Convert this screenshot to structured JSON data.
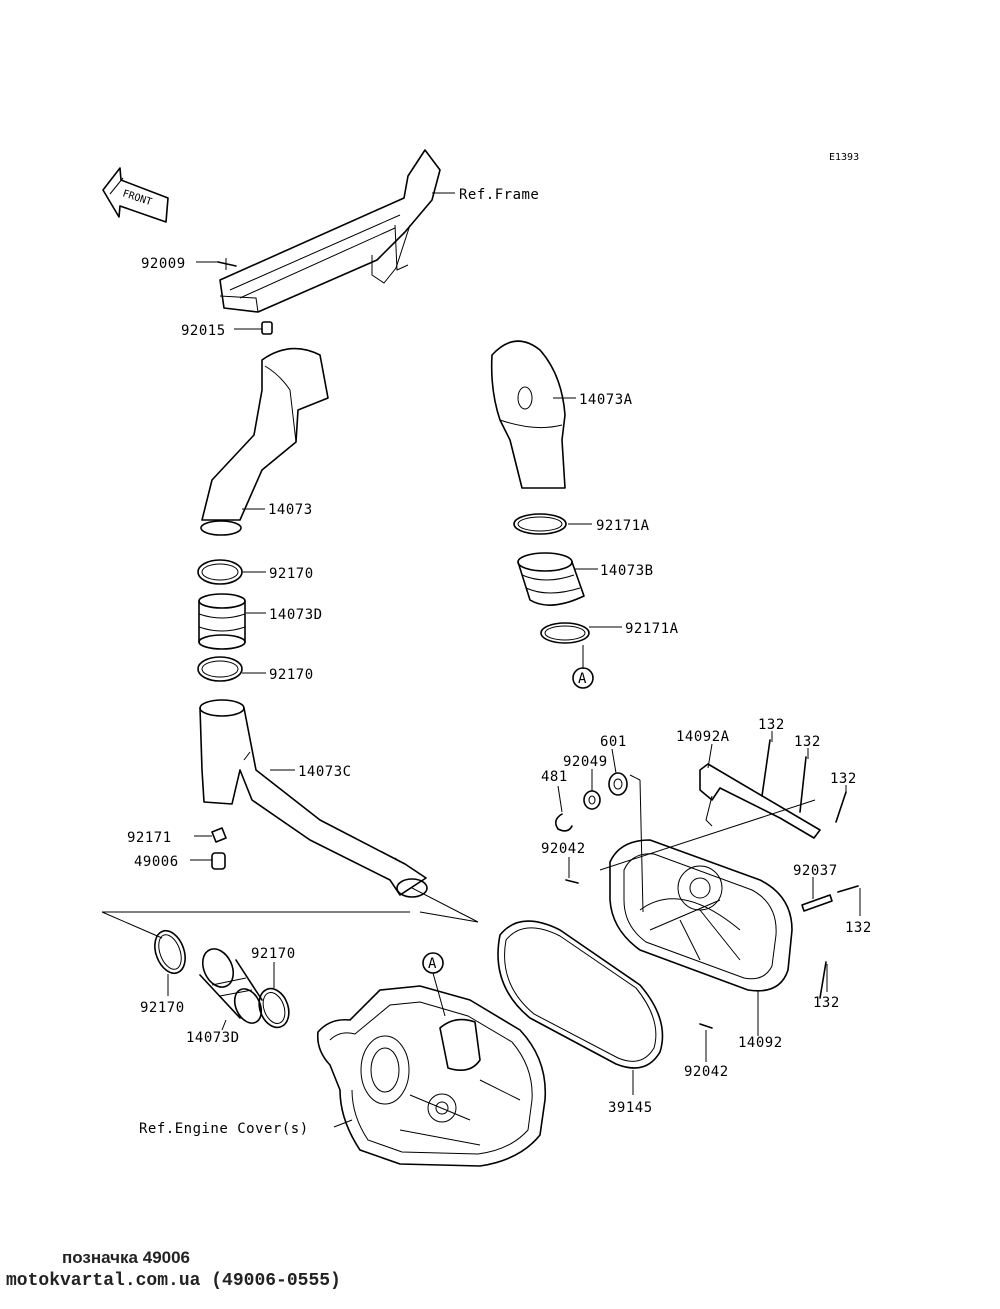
{
  "diagram_code": "E1393",
  "front_label": "FRONT",
  "callout_mark": "A",
  "labels": {
    "ref_frame": "Ref.Frame",
    "p92009": "92009",
    "p92015": "92015",
    "p14073": "14073",
    "p92170_1": "92170",
    "p14073D_1": "14073D",
    "p92170_2": "92170",
    "p14073C": "14073C",
    "p92171": "92171",
    "p49006": "49006",
    "p14073A": "14073A",
    "p92171A_1": "92171A",
    "p14073B": "14073B",
    "p92171A_2": "92171A",
    "p14092A": "14092A",
    "p132_1": "132",
    "p132_2": "132",
    "p132_3": "132",
    "p601": "601",
    "p92049": "92049",
    "p481": "481",
    "p92042_1": "92042",
    "p92037": "92037",
    "p132_4": "132",
    "p132_5": "132",
    "p14092": "14092",
    "p92042_2": "92042",
    "p39145": "39145",
    "p92170_3": "92170",
    "p92170_4": "92170",
    "p14073D_2": "14073D",
    "ref_engine_cover": "Ref.Engine Cover(s)"
  },
  "footer": {
    "line1": "позначка 49006",
    "line2": "motokvartal.com.ua (49006-0555)"
  }
}
